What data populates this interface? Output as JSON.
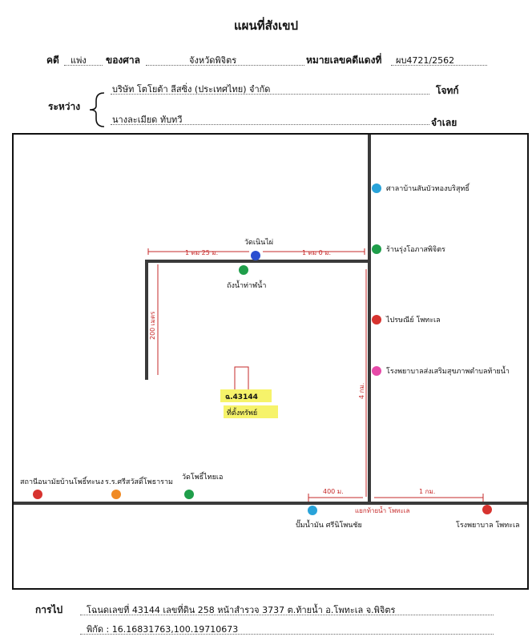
{
  "header": {
    "title": "แผนที่สังเขป",
    "case_label": "คดี",
    "case_value": "แพ่ง",
    "court_label": "ของศาล",
    "court_value": "จังหวัดพิจิตร",
    "red_no_label": "หมายเลขคดีแดงที่",
    "red_no_value": "ผบ4721/2562"
  },
  "parties": {
    "between_label": "ระหว่าง",
    "plaintiff": "บริษัท โตโยต้า ลีสซิ่ง (ประเทศไทย) จำกัด",
    "plaintiff_role": "โจทก์",
    "defendant": "นางละเมียด   ทับทวี",
    "defendant_role": "จำเลย"
  },
  "map": {
    "distances": {
      "left_top": "1 ตม 25 ม.",
      "right_top": "1 ตม 0 ม.",
      "left_vertical": "200 เมตร",
      "right_vertical": "4 กม.",
      "bottom_left": "400 ม.",
      "bottom_right": "1 กม."
    },
    "plot": {
      "deed": "ฉ.43144",
      "note": "ที่ตั้งทรัพย์"
    },
    "landmarks": {
      "temple_top": "วัดเนินไผ่",
      "well": "ถังน้ำท่าฬน้ำ",
      "water_office": "ศาลาบ้านสันบัวทองบริสุทธิ์",
      "shop": "ร้านรุ่งโอภาสพิจิตร",
      "post": "ไปรษณีย์ โพทะเล",
      "hospital_promo": "โรงพยาบาลส่งเสริมสุขภาพตำบลท้ายน้ำ",
      "health_station": "สถานีอนามัยบ้านโพธิ์ทะนง",
      "school": "ร.ร.ศรีสวัสดิ์โพธาราม",
      "temple_bottom": "วัดโพธิ์ไทยเอ",
      "gas_station": "ปั๊มน้ำมัน ศรีนิโพนชัย",
      "junction": "แยกท้ายน้ำ โพทะเล",
      "hospital": "โรงพยาบาล โพทะเล"
    },
    "colors": {
      "road": "#3a3a3a",
      "measure": "#c62828",
      "dot_blue": "#2a4fd0",
      "dot_green": "#1f9e4a",
      "dot_cyan": "#29a3d9",
      "dot_red": "#d7332f",
      "dot_orange": "#f08a24",
      "dot_pink": "#e64aa8",
      "highlight": "#f6f36a"
    }
  },
  "footer": {
    "route_label": "การไป",
    "route_text": "โฉนดเลขที่ 43144 เลขที่ดิน 258 หน้าสำรวจ 3737  ต.ท้ายน้ำ อ.โพทะเล จ.พิจิตร",
    "coords_text": "พิกัด : 16.16831763,100.19710673"
  }
}
